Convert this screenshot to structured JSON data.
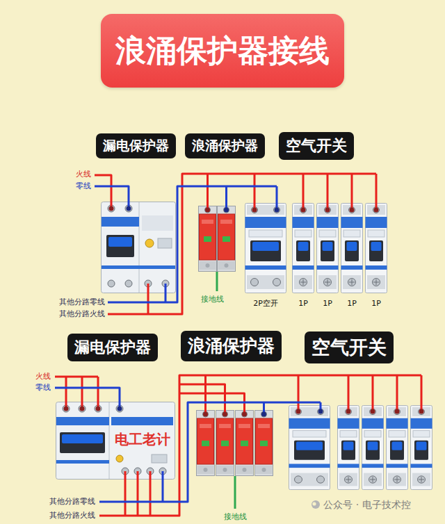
{
  "diagram": {
    "title": "浪涌保护器接线",
    "nodes": [
      {
        "text": [
          "漏电保护器"
        ]
      },
      {
        "text": [
          "浪涌保护器"
        ]
      },
      {
        "text": [
          "空气开关"
        ]
      },
      {
        "text": [
          "漏电保护器"
        ]
      },
      {
        "text": [
          "浪涌保护器"
        ]
      },
      {
        "text": [
          "空气开关"
        ]
      }
    ],
    "labels": [
      "火线",
      "零线",
      "其他分路零线",
      "其他分路火线",
      "接地线",
      "2P空开",
      "1P",
      "1P",
      "1P",
      "1P",
      "火线",
      "零线",
      "电工老计",
      "其他分路零线",
      "其他分路火线",
      "接地线",
      "公众号 · 电子技术控"
    ]
  }
}
